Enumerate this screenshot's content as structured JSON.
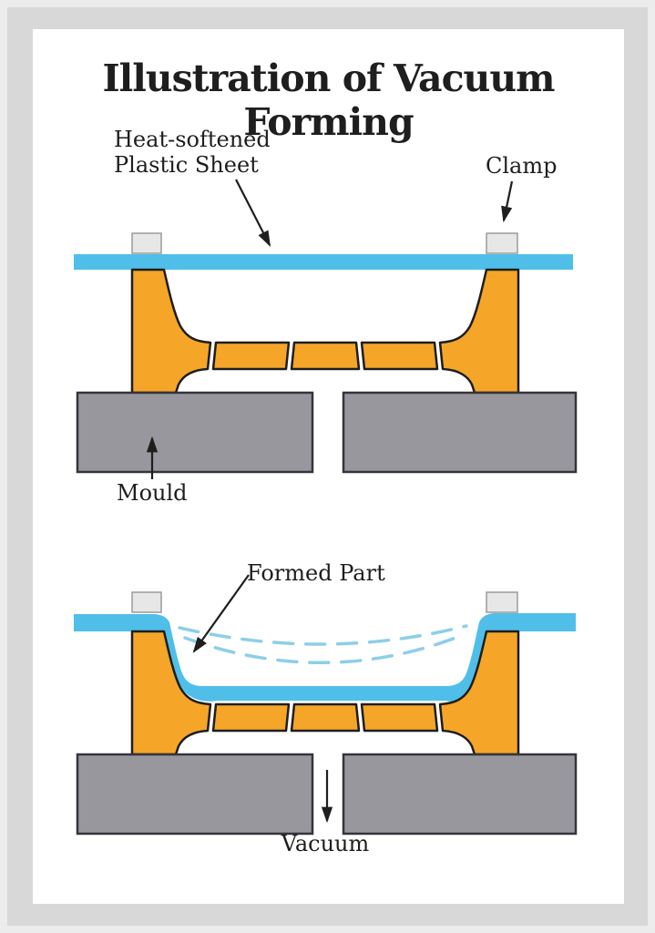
{
  "page": {
    "title": "Illustration of Vacuum Forming"
  },
  "colors": {
    "sheet_blue": "#4FBFEA",
    "dashed_blue": "#8CCFE8",
    "mould_orange": "#F5A628",
    "outline_dark": "#1E1E1E",
    "base_gray": "#98979D",
    "base_outline": "#35343B",
    "clamp_fill": "#E7E7E7",
    "clamp_outline": "#9B9B9B",
    "text_dark": "#1E1E1E"
  },
  "top_diagram": {
    "sheet_label_line1": "Heat-softened",
    "sheet_label_line2": "Plastic Sheet",
    "clamp_label": "Clamp",
    "mould_label": "Mould"
  },
  "bottom_diagram": {
    "formed_part_label": "Formed Part",
    "vacuum_label": "Vacuum"
  }
}
